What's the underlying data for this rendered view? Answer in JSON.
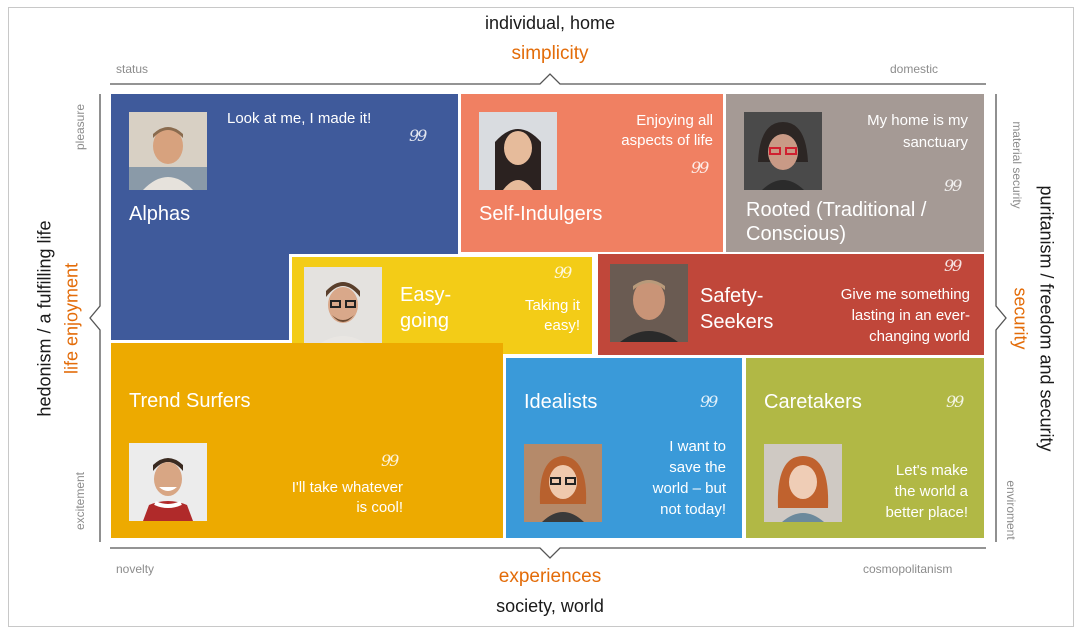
{
  "axes": {
    "top_black": "individual, home",
    "top_orange": "simplicity",
    "bottom_orange": "experiences",
    "bottom_black": "society, world",
    "left_black": "hedonism / a fulfilling life",
    "left_orange": "life enjoyment",
    "right_black": "puritanism / freedom and security",
    "right_orange": "security"
  },
  "corners": {
    "top_left": "status",
    "top_right": "domestic",
    "bottom_left": "novelty",
    "bottom_right": "cosmopolitanism",
    "left_top": "pleasure",
    "left_bottom": "excitement",
    "right_top": "material security",
    "right_bottom": "enviroment"
  },
  "quote_glyph": "99",
  "segments": {
    "alphas": {
      "name": "Alphas",
      "quote": "Look at me, I made it!",
      "color": "#3f5a9b"
    },
    "self_indulgers": {
      "name": "Self-Indulgers",
      "quote": [
        "Enjoying all",
        "aspects of life"
      ],
      "color": "#f08062"
    },
    "rooted": {
      "name": [
        "Rooted (Traditional /",
        "Conscious)"
      ],
      "quote": [
        "My home is my",
        "sanctuary"
      ],
      "color": "#a59a95"
    },
    "easy_going": {
      "name": [
        "Easy-",
        "going"
      ],
      "quote": [
        "Taking it",
        "easy!"
      ],
      "color": "#f3cc17"
    },
    "safety_seekers": {
      "name": [
        "Safety-",
        "Seekers"
      ],
      "quote": [
        "Give me something",
        "lasting in an ever-",
        "changing world"
      ],
      "color": "#c0473a"
    },
    "trend_surfers": {
      "name": "Trend Surfers",
      "quote": [
        "I'll take whatever",
        "is cool!"
      ],
      "color": "#edaa00"
    },
    "idealists": {
      "name": "Idealists",
      "quote": [
        "I want to",
        "save the",
        "world – but",
        "not today!"
      ],
      "color": "#3a9ad9"
    },
    "caretakers": {
      "name": "Caretakers",
      "quote": [
        "Let's make",
        "the world a",
        "better place!"
      ],
      "color": "#b1b845"
    }
  }
}
